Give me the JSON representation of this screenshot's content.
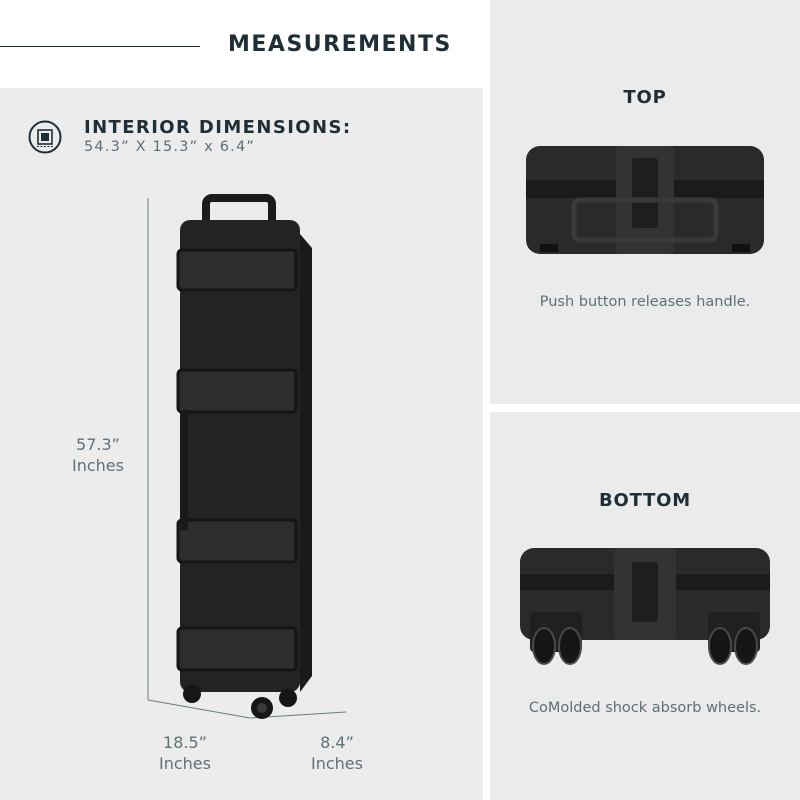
{
  "header": {
    "title": "MEASUREMENTS"
  },
  "interior": {
    "label": "INTERIOR DIMENSIONS:",
    "value": "54.3” X 15.3” x 6.4”",
    "icon": "dimension-square-icon"
  },
  "dimensions": {
    "height": {
      "value": "57.3”",
      "unit": "Inches"
    },
    "width": {
      "value": "18.5”",
      "unit": "Inches"
    },
    "depth": {
      "value": "8.4”",
      "unit": "Inches"
    }
  },
  "top_view": {
    "title": "TOP",
    "caption": "Push button releases handle."
  },
  "bottom_view": {
    "title": "BOTTOM",
    "caption": "CoMolded shock absorb wheels."
  },
  "colors": {
    "heading": "#1e2f38",
    "body_text": "#5d6f78",
    "background": "#ececec",
    "case": "#232323"
  }
}
